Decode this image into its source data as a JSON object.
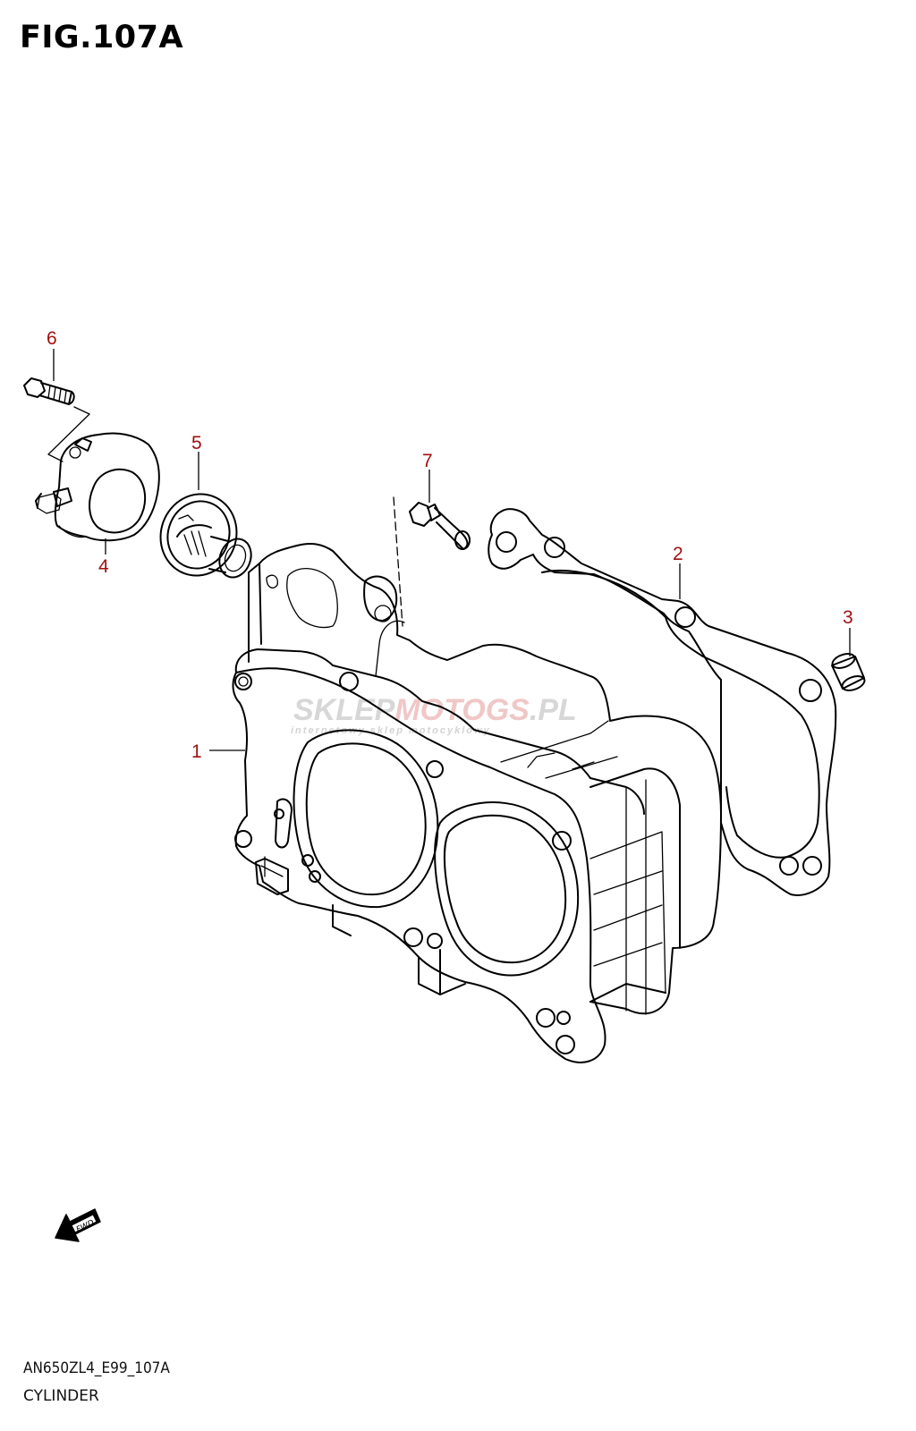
{
  "figure": {
    "title": "FIG.107A",
    "code": "AN650ZL4_E99_107A",
    "name": "CYLINDER"
  },
  "callouts": [
    "1",
    "2",
    "3",
    "4",
    "5",
    "6",
    "7"
  ],
  "watermark": {
    "logo_text_1": "SKLEP",
    "logo_text_2": "MOTO",
    "logo_text_3": "GS",
    "logo_text_4": ".PL",
    "tagline": "internetowy sklep motocyklowy"
  },
  "fwd_label": "FWD",
  "colors": {
    "callout": "#a01010",
    "line": "#000000",
    "watermark": "#c8c8c8",
    "watermark_accent": "#e8a0a0"
  }
}
